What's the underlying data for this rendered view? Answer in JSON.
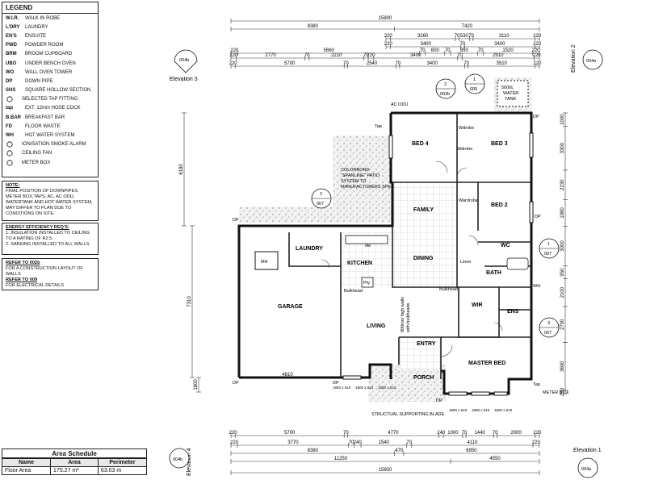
{
  "legend": {
    "title": "LEGEND",
    "items": [
      {
        "abbr": "W.I.R.",
        "desc": "WALK IN ROBE"
      },
      {
        "abbr": "L'DRY",
        "desc": "LAUNDRY"
      },
      {
        "abbr": "EN'S",
        "desc": "ENSUITE"
      },
      {
        "abbr": "PWD",
        "desc": "POWDER ROOM"
      },
      {
        "abbr": "BRM",
        "desc": "BROOM CUPBOARD"
      },
      {
        "abbr": "UBO",
        "desc": "UNDER BENCH OVEN"
      },
      {
        "abbr": "WO",
        "desc": "WALL OVEN TOWER"
      },
      {
        "abbr": "DP",
        "desc": "DOWN PIPE"
      },
      {
        "abbr": "SHS",
        "desc": "SQUARE HOLLOW SECTION"
      },
      {
        "abbr": "",
        "desc": "SELECTED TAP FITTING"
      },
      {
        "abbr": "tap",
        "desc": "EXT. 12mm HOSE COCK"
      },
      {
        "abbr": "B.BAR",
        "desc": "BREAKFAST BAR"
      },
      {
        "abbr": "FD",
        "desc": "FLOOR WASTE"
      },
      {
        "abbr": "WH",
        "desc": "HOT WATER SYSTEM"
      },
      {
        "abbr": "",
        "desc": "IONISATION SMOKE ALARM"
      },
      {
        "abbr": "",
        "desc": "CEILING FAN"
      },
      {
        "abbr": "",
        "desc": "METER BOX"
      }
    ]
  },
  "note": {
    "heading": "NOTE:",
    "text": "FINAL POSITION OF DOWNPIPES, METER BOX,TAPS, AC, AC ODU, WATERTANK AND HOT WATER SYSTEM, MAY DIFFER TO PLAN DUE TO CONDITIONS ON SITE."
  },
  "energy": {
    "heading": "ENERGY EFFICIENCY REQ'S:",
    "items": [
      "1. INSULATION INSTALLED TO CEILING TO A RATING OF R2.5.",
      "2. SARKING INSTALLED TO ALL WALLS"
    ]
  },
  "refs": [
    {
      "heading": "REFER TO 002b",
      "text": "FOR A CONSTRUCTION LAYOUT OF WALLS"
    },
    {
      "heading": "REFER TO 009",
      "text": "FOR ELECTRICAL DETAILS"
    }
  ],
  "area_schedule": {
    "caption": "Area Schedule",
    "headers": [
      "Name",
      "Area",
      "Perimeter"
    ],
    "rows": [
      [
        "Floor Area",
        "175.27 m²",
        "63.03 m"
      ]
    ]
  },
  "rooms": {
    "bed4": "BED 4",
    "bed3": "BED 3",
    "bed2": "BED 2",
    "family": "FAMILY",
    "dining": "DINING",
    "kitchen": "KITCHEN",
    "laundry": "LAUNDRY",
    "garage": "GARAGE",
    "living": "LIVING",
    "entry": "ENTRY",
    "porch": "PORCH",
    "master": "MASTER BED",
    "bath": "BATH",
    "wir": "WIR",
    "ens": "ENS",
    "wc": "WC",
    "linen": "Linen",
    "pty": "Pty",
    "mh": "MH",
    "wh": "WH",
    "dw": "dw",
    "wardrobe1": "Wdrobe",
    "wardrobe2": "Wdrobe",
    "wardrobe3": "Wardrobe"
  },
  "labels": {
    "elev3": "Elevation 3",
    "elev2": "Elevation 2",
    "elev4": "Elevation 4",
    "elev1": "Elevation 1",
    "tank": "5000L WATER TANK",
    "acodu": "AC ODU",
    "patio": "COLORBOND \"SPANLINE\" PATIO SYSTEM TO MANUFACTURERS SPEC.",
    "structural": "STRUCTUAL SUPPORTING BLADE",
    "walls900": "900mm high walls with bulkheads",
    "bulkhead1": "Bulkhead",
    "bulkhead2": "Bulkhead",
    "meterbox": "METER BOX",
    "tap1": "Tap",
    "tap2": "Tap",
    "dp1": "DP",
    "dp2": "DP",
    "dp3": "DP",
    "dp4": "DP",
    "dp5": "DP",
    "dp6": "DP"
  },
  "callouts": {
    "c004b_top": "004b",
    "c004a_top": "004a",
    "c004b_bot": "004b",
    "c004a_bot": "004a",
    "c2_002b_n": "2",
    "c2_002b_s": "002b",
    "c1_005_n": "1",
    "c1_005_s": "005",
    "c2_007_n": "2",
    "c2_007_s": "007",
    "c1_007_n": "1",
    "c1_007_s": "007",
    "c3_007_n": "3",
    "c3_007_s": "007"
  },
  "dims": {
    "top_overall": "15800",
    "top_a": "8380",
    "top_b": "7420",
    "top_r2": [
      "220",
      "3260",
      "70",
      "530",
      "70",
      "3110",
      "220"
    ],
    "top_r3": [
      "220",
      "3400",
      "70",
      "3400",
      "220"
    ],
    "top_r4": [
      "220",
      "5660",
      "70",
      "600",
      "70",
      "850",
      "70",
      "1520",
      "220"
    ],
    "top_r5": [
      "220",
      "2770",
      "70",
      "2210",
      "70",
      "220",
      "3400",
      "70",
      "2910",
      "220"
    ],
    "top_r6": [
      "220",
      "5700",
      "70",
      "2540",
      "70",
      "3400",
      "70",
      "3510",
      "220"
    ],
    "bot_r1": [
      "220",
      "5700",
      "70",
      "4770",
      "240",
      "1000",
      "70",
      "1440",
      "70",
      "2000",
      "220"
    ],
    "bot_r2": [
      "220",
      "3770",
      "70",
      "240",
      "1540",
      "70",
      "4110",
      "220"
    ],
    "bot_a": "8380",
    "bot_b": "470",
    "bot_c": "6950",
    "bot_d": "11250",
    "bot_e": "4550",
    "bot_overall": "15800",
    "left_a": "6180",
    "left_b": "7310",
    "left_c": "1800",
    "right": [
      "1000",
      "3300",
      "2230",
      "1980",
      "3000",
      "950",
      "2100",
      "2700",
      "3600",
      "250"
    ],
    "windows": [
      "1800 x 610",
      "1800 x 610",
      "1800 x 610",
      "1800 x 610",
      "1800 x 610",
      "1800 x 610"
    ],
    "door_w": "4810"
  }
}
